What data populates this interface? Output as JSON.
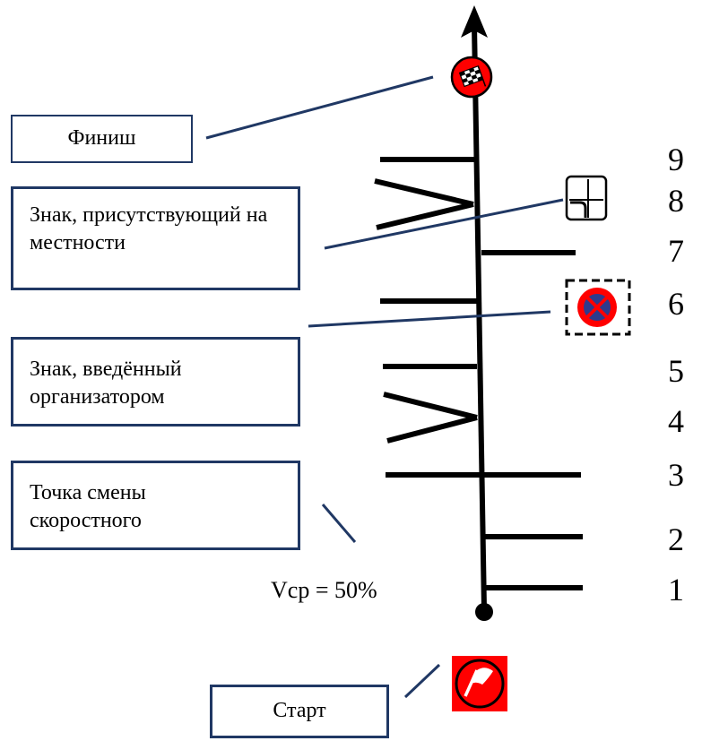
{
  "labels": {
    "finish": "Финиш",
    "terrain_sign": "Знак, присутствующий на местности",
    "organizer_sign": "Знак, введённый организатором",
    "speed_change": "Точка смены скоростного",
    "start": "Старт"
  },
  "speed_formula": "Vср = 50%",
  "numbers": [
    "1",
    "2",
    "3",
    "4",
    "5",
    "6",
    "7",
    "8",
    "9"
  ],
  "icons": {
    "finish": "checkered-flag-icon",
    "start": "start-flag-icon",
    "terrain_sign": "intersection-turn-sign-icon",
    "organizer_sign": "no-stopping-sign-icon",
    "direction": "arrow-up-icon"
  },
  "colors": {
    "box_border": "#203864",
    "sign_red": "#ff0000",
    "sign_blue": "#2e3a8c",
    "leader_line": "#203864"
  }
}
